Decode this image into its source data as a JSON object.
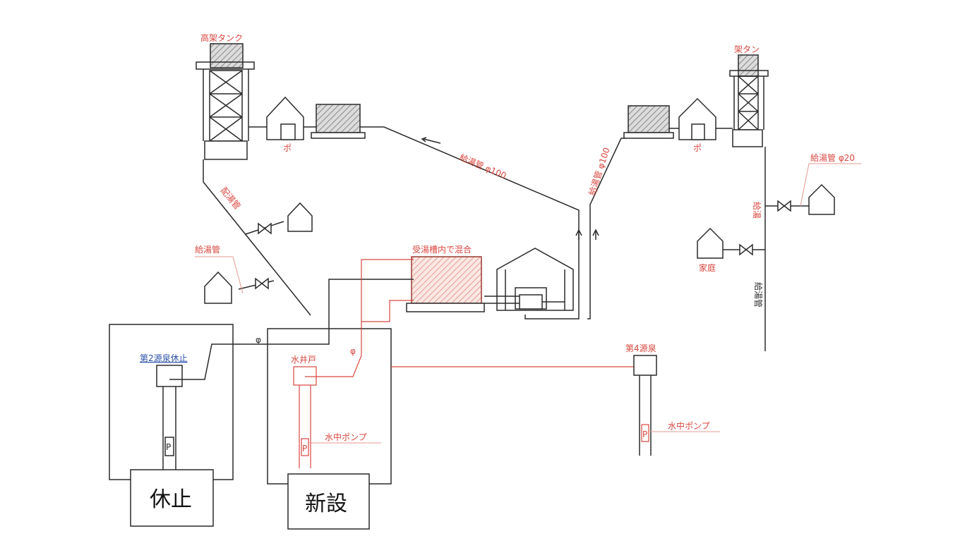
{
  "labels": {
    "tank_left": "高架タンク",
    "tank_right": "架タン",
    "pump_short_left": "ポ",
    "pump_short_right": "ポ",
    "pipe_main": "給湯管 φ100",
    "pipe_riser": "給湯管 φ100",
    "pipe_haiyu": "配湯管",
    "pipe_left": "給湯管",
    "mix_tank": "受湯槽内で混合",
    "pipe_small": "給湯管 φ20",
    "kyuyu": "給湯",
    "katei": "家庭",
    "kyuyu_kan": "給湯管",
    "source2": "第2源泉休止",
    "well": "水井戸",
    "pump_mid": "水中ポンプ",
    "source4": "第4源泉",
    "pump_right": "水中ポンプ",
    "phi1": "φ",
    "phi2": "φ",
    "p1": "P",
    "p2": "P",
    "p3": "P"
  },
  "boxes": {
    "kyushi": "休止",
    "shinsetsu": "新設"
  },
  "colors": {
    "existing_line": "#2a2a2a",
    "new_line": "#d9473f",
    "hatch": "#888888",
    "hatch_red": "#e08a80",
    "label_blue": "#2a4fa8"
  }
}
